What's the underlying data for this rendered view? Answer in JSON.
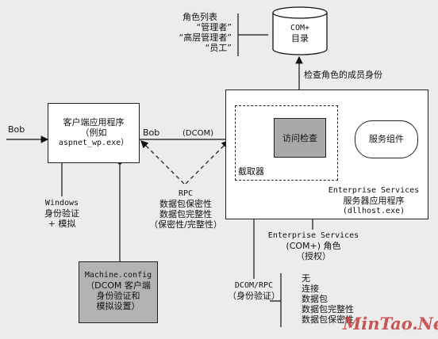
{
  "roles": {
    "title": "角色列表",
    "items": [
      "“管理者”",
      "“高层管理者”",
      "“员工”"
    ]
  },
  "com_catalog": {
    "line1": "COM+",
    "line2": "目录"
  },
  "check_membership": "检查角色的成员身份",
  "client_app": {
    "line1": "客户端应用程序",
    "line2": "（例如",
    "line3": "aspnet_wp.exe）"
  },
  "bob_left": "Bob",
  "bob_mid": "Bob",
  "dcom_label": "(DCOM)",
  "access_check": "访问检查",
  "service_component": "服务组件",
  "interceptor": "截取器",
  "server_app": {
    "line1": "Enterprise Services",
    "line2": "服务器应用程序",
    "line3": "(dllhost.exe)"
  },
  "windows_auth": {
    "line1": "Windows",
    "line2": "身份验证",
    "line3": "+ 模拟"
  },
  "rpc": {
    "line1": "RPC",
    "line2": "数据包保密性",
    "line3": "数据包完整性",
    "line4": "（保密性/完整性）"
  },
  "es_roles": {
    "line1": "Enterprise Services",
    "line2": "(COM+) 角色",
    "line3": "（授权）"
  },
  "machine_config": {
    "line1": "Machine.config",
    "line2": "（DCOM 客户端",
    "line3": "身份验证和",
    "line4": "模拟设置）"
  },
  "dcom_rpc_auth": {
    "line1": "DCOM/RPC",
    "line2": "（身份验证）"
  },
  "auth_levels": [
    "无",
    "连接",
    "数据包",
    "数据包完整性",
    "数据包保密性"
  ],
  "watermark": "MinTao.Net"
}
